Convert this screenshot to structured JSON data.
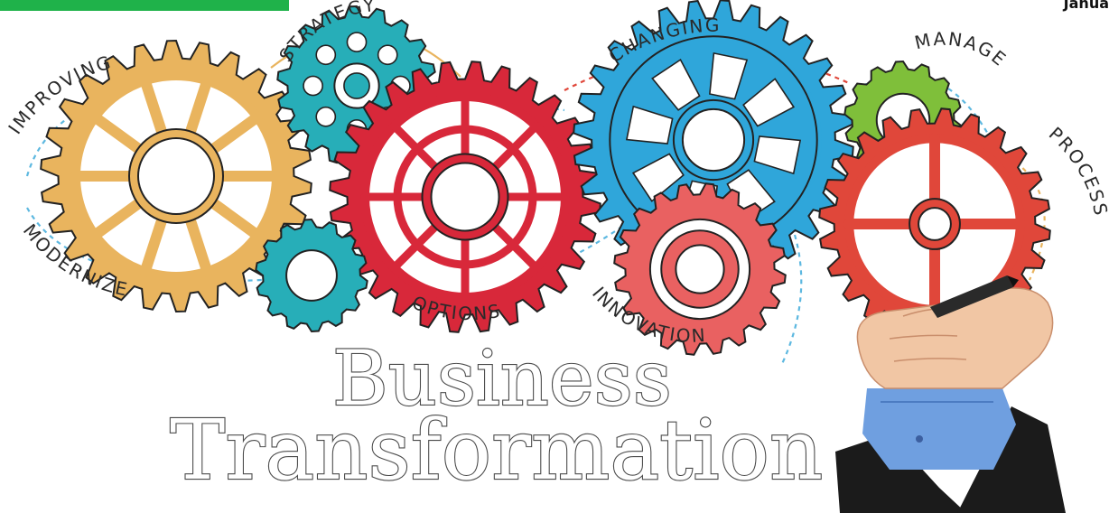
{
  "header": {
    "corner_text": "Janua"
  },
  "labels": {
    "strategy": "STRATEGY",
    "improving": "IMPROVING",
    "changing": "CHANGING",
    "manage": "MANAGE",
    "process": "PROCESS",
    "modernize": "MODERNIZE",
    "options": "OPTIONS",
    "innovation": "INNOVATION"
  },
  "title": {
    "line1": "Business",
    "line2": "Transformation"
  },
  "colors": {
    "gold": "#e9b45e",
    "teal": "#27aeb8",
    "red": "#d8283a",
    "blue": "#2fa6da",
    "green": "#7fbf3a",
    "orange_red": "#e0473a",
    "salmon": "#e96161",
    "tab_green": "#1fb24a"
  }
}
